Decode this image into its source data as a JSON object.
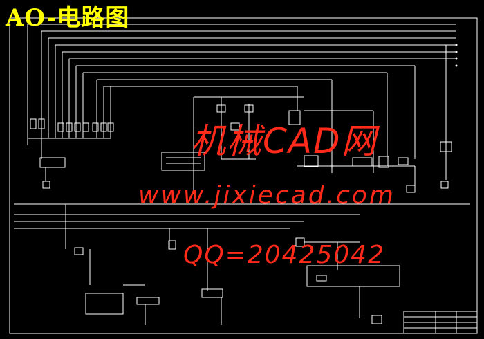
{
  "drawing": {
    "title": "AO-电路图"
  },
  "watermark": {
    "line1": "机械CAD网",
    "line2": "www.jixiecad.com",
    "line3": "QQ=20425042"
  },
  "colors": {
    "background": "#000000",
    "lines": "#ffffff",
    "title": "#ffff00",
    "watermark": "#ff2a1a"
  }
}
